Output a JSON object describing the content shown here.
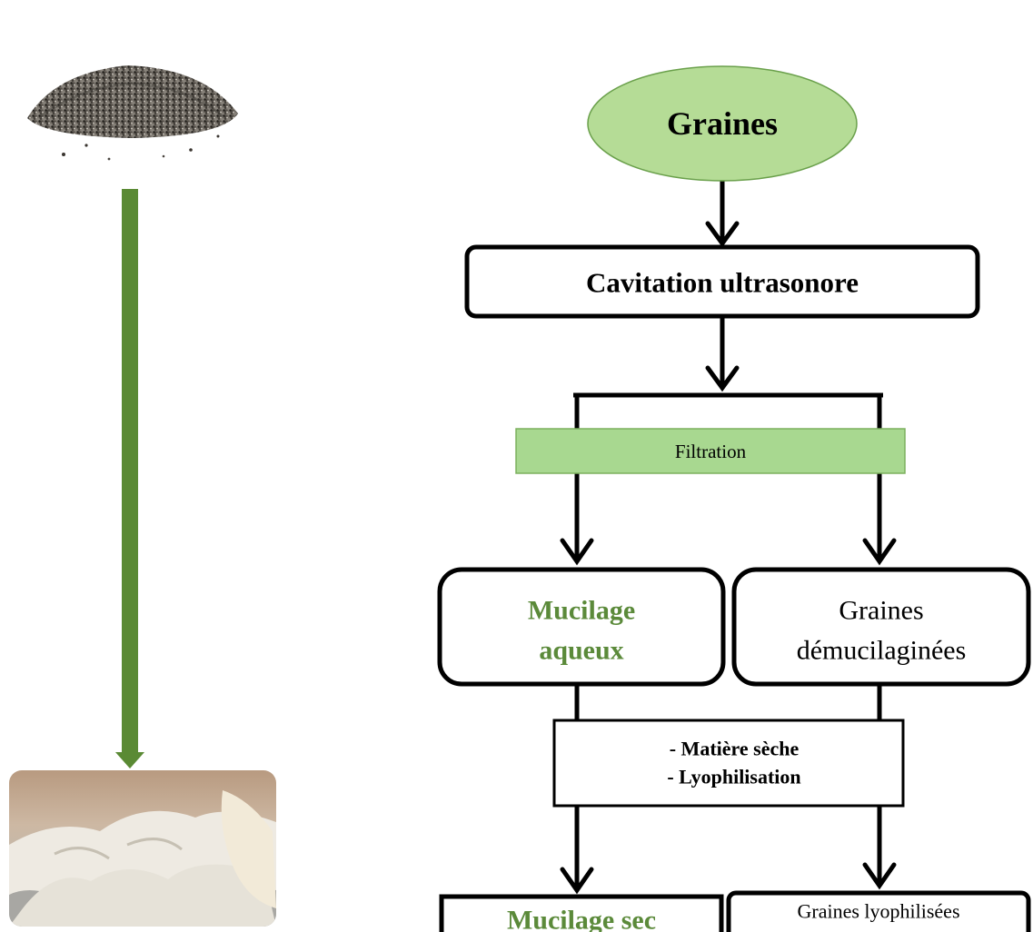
{
  "nodes": {
    "start": "Graines",
    "step1": "Cavitation ultrasonore",
    "filter": "Filtration",
    "left1_line1": "Mucilage",
    "left1_line2": "aqueux",
    "right1_line1": "Graines",
    "right1_line2": "démucilaginées",
    "drying_line1": "- Matière sèche",
    "drying_line2": "- Lyophilisation",
    "left2": "Mucilage sec",
    "right2": "Graines lyophilisées"
  },
  "images": {
    "top": "chia-seeds-pile",
    "bottom": "dried-mucilage-flakes"
  },
  "colors": {
    "accent_green": "#5b8a3a",
    "ellipse_fill": "#b5dc96",
    "filter_fill": "#a8d890",
    "arrow_green": "#5a8a34"
  }
}
